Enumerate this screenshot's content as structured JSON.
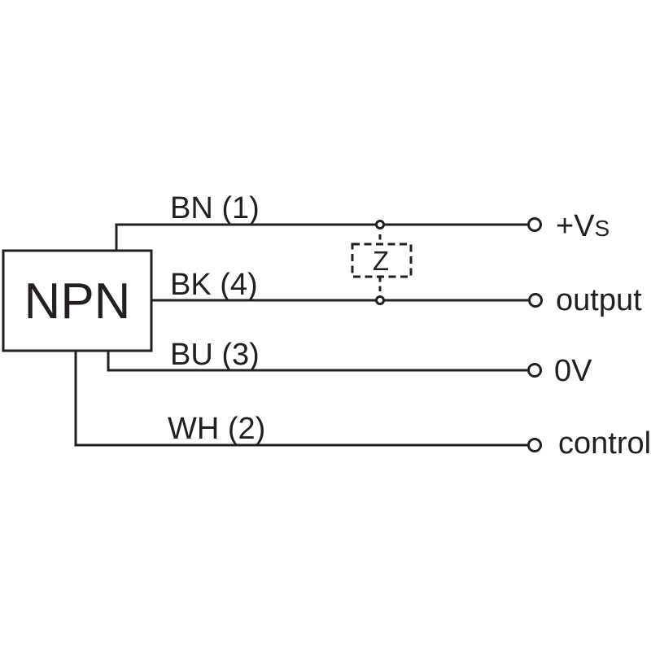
{
  "diagram": {
    "type": "sensor-wiring-connection-diagram",
    "box_label": "NPN",
    "impedance_label": "Z",
    "wires": [
      {
        "id": "bn",
        "label": "BN (1)",
        "terminal": "+Vs",
        "terminal_main": "+V",
        "terminal_small": "S"
      },
      {
        "id": "bk",
        "label": "BK (4)",
        "terminal": "output"
      },
      {
        "id": "bu",
        "label": "BU (3)",
        "terminal": "0V"
      },
      {
        "id": "wh",
        "label": "WH (2)",
        "terminal": "control"
      }
    ],
    "colors": {
      "line": "#231f20",
      "background": "#ffffff"
    }
  }
}
